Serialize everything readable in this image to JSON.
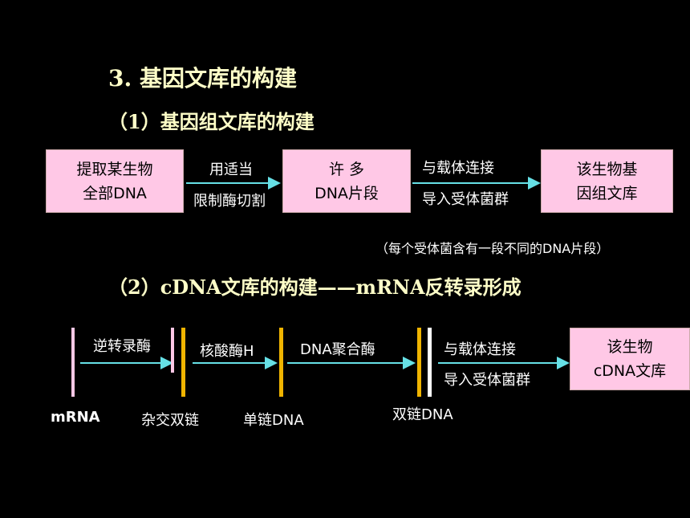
{
  "colors": {
    "background": "#000000",
    "title": "#ffffc8",
    "box_fill": "#ffc8e6",
    "arrow": "#66e0e6",
    "bar_pink": "#ffc8e6",
    "bar_yellow": "#f0b400",
    "bar_white": "#ffffff"
  },
  "heading": "3. 基因文库的构建",
  "section1": {
    "title": "（1）基因组文库的构建",
    "box1": [
      "提取某生物",
      "全部DNA"
    ],
    "arrow1": {
      "top": "用适当",
      "bottom": "限制酶切割"
    },
    "box2": [
      "许 多",
      "DNA片段"
    ],
    "arrow2": {
      "top": "与载体连接",
      "bottom": "导入受体菌群"
    },
    "box3": [
      "该生物基",
      "因组文库"
    ],
    "note": "（每个受体菌含有一段不同的DNA片段）"
  },
  "section2": {
    "title": "（2）cDNA文库的构建——mRNA反转录形成",
    "arrow1_label": "逆转录酶",
    "arrow2_label": "核酸酶H",
    "arrow3_label": "DNA聚合酶",
    "arrow4": {
      "top": "与载体连接",
      "bottom": "导入受体菌群"
    },
    "box": [
      "该生物",
      "cDNA文库"
    ],
    "labels": [
      "mRNA",
      "杂交双链",
      "单链DNA",
      "双链DNA"
    ]
  }
}
